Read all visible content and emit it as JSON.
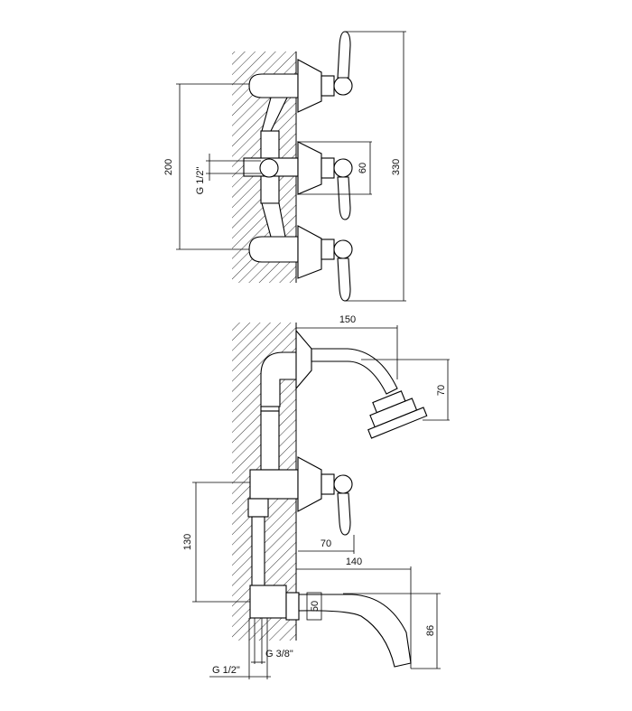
{
  "top_view": {
    "dimensions": {
      "overall_height": "330",
      "inlet_spacing": "200",
      "handle_spacing": "60",
      "inlet_thread": "G 1/2\""
    }
  },
  "bottom_view": {
    "dimensions": {
      "shower_arm_reach": "150",
      "shower_drop": "70",
      "inlet_height": "130",
      "handle_reach": "70",
      "spout_reach": "140",
      "spout_body": "50",
      "spout_height": "86",
      "outlet_thread": "G 3/8\"",
      "inlet_thread": "G 1/2\""
    }
  },
  "colors": {
    "line": "#000000",
    "background": "#ffffff"
  }
}
